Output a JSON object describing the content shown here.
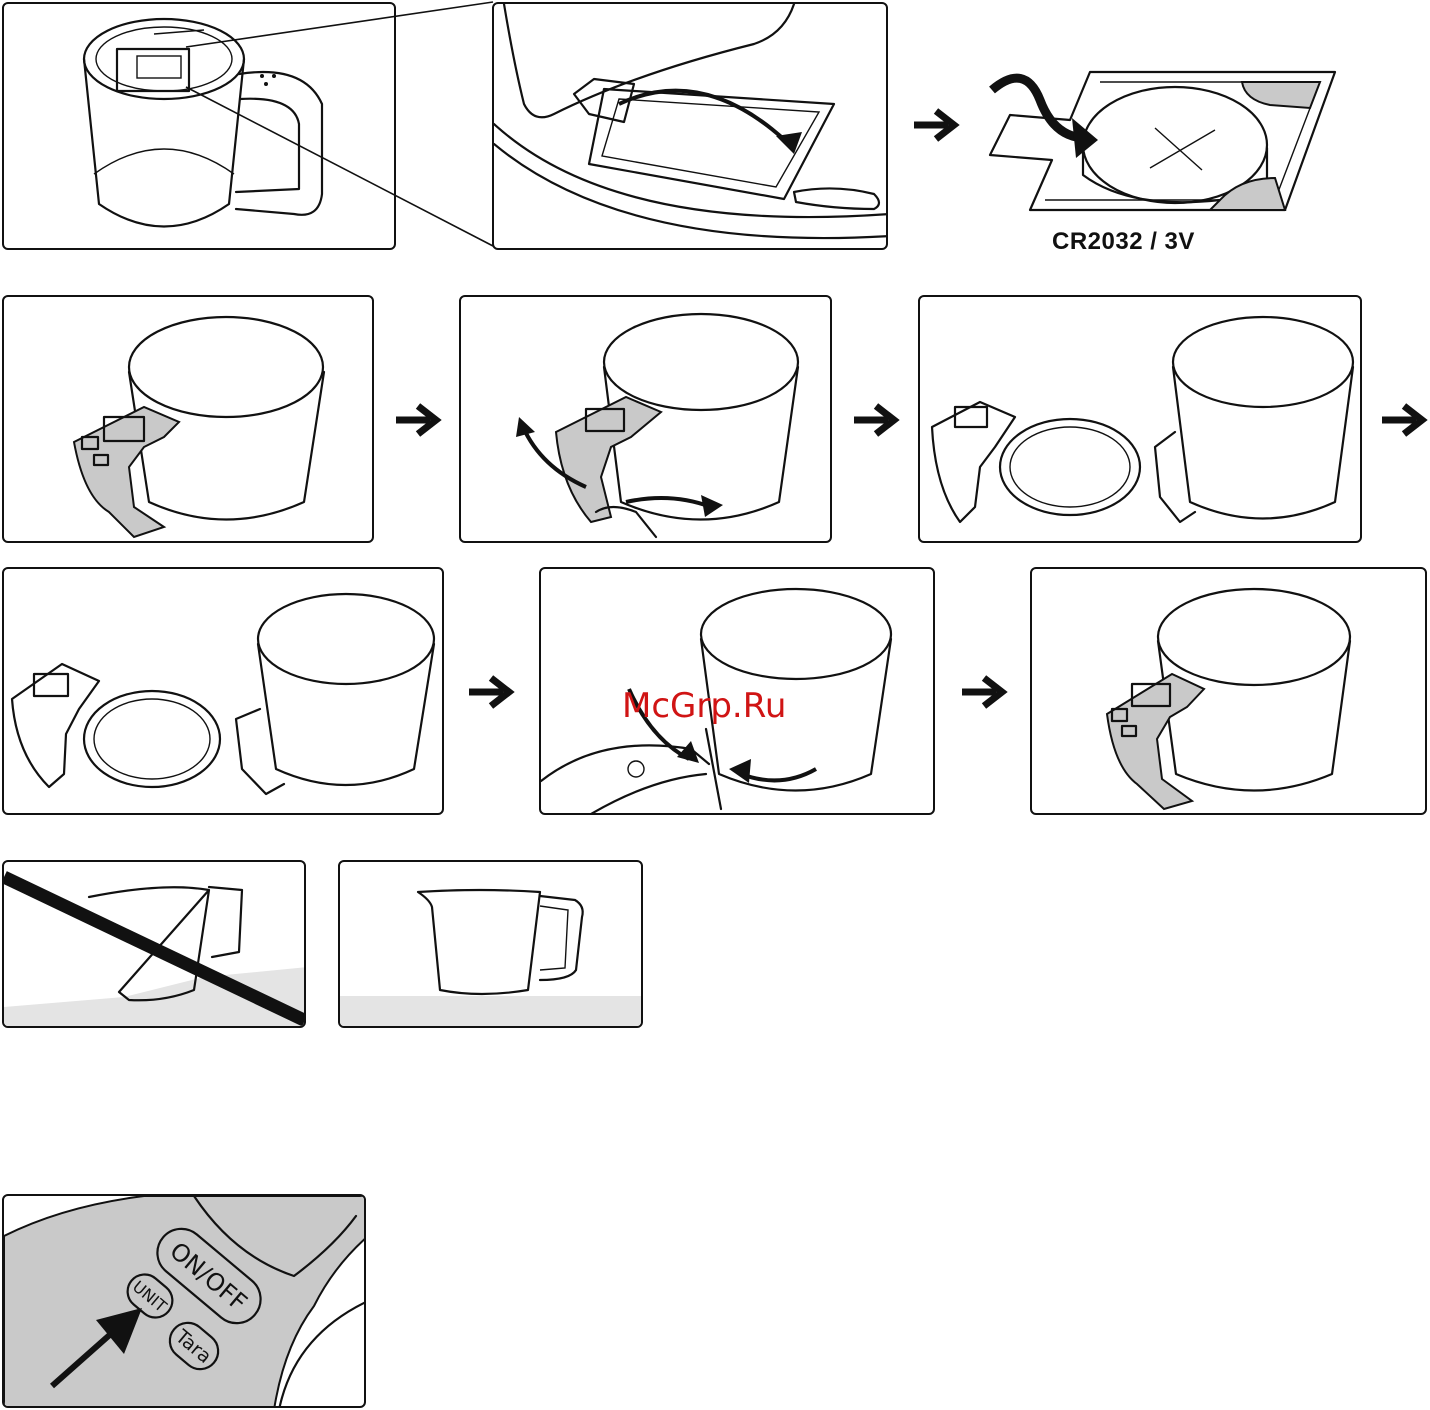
{
  "battery": {
    "label": "CR2032 / 3V"
  },
  "watermark": {
    "text": "McGrp.Ru"
  },
  "buttons": {
    "on_off": "ON/OFF",
    "unit": "UNIT",
    "tara": "Tara"
  },
  "colors": {
    "line": "#111111",
    "handle_grey": "#c9c9c9",
    "surface_grey": "#e4e4e4",
    "watermark": "#d01414"
  }
}
